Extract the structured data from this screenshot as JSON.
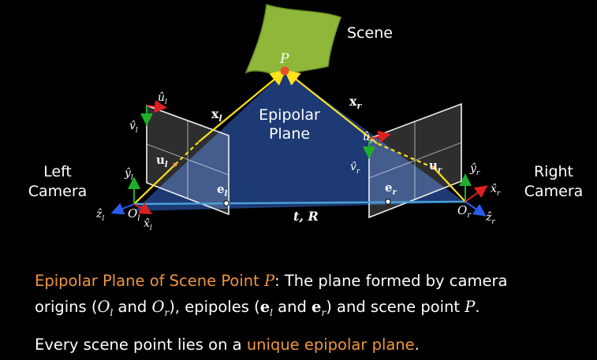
{
  "labels": {
    "scene": "Scene",
    "point_p": "P",
    "epipolar_plane_line1": "Epipolar",
    "epipolar_plane_line2": "Plane",
    "left_camera_line1": "Left",
    "left_camera_line2": "Camera",
    "right_camera_line1": "Right",
    "right_camera_line2": "Camera",
    "baseline": "t, R",
    "x_left": "x",
    "x_left_sub": "l",
    "x_right": "x",
    "x_right_sub": "r",
    "u_left": "u",
    "u_left_sub": "l",
    "u_right": "u",
    "u_right_sub": "r",
    "e_left": "e",
    "e_left_sub": "l",
    "e_right": "e",
    "e_right_sub": "r",
    "o_left": "O",
    "o_left_sub": "l",
    "o_right": "O",
    "o_right_sub": "r",
    "uhat_left": "û",
    "uhat_left_sub": "l",
    "vhat_left": "v̂",
    "vhat_left_sub": "l",
    "yhat_left": "ŷ",
    "yhat_left_sub": "l",
    "xhat_left": "x̂",
    "xhat_left_sub": "l",
    "zhat_left": "ẑ",
    "zhat_left_sub": "l",
    "uhat_right": "û",
    "uhat_right_sub": "r",
    "vhat_right": "v̂",
    "vhat_right_sub": "r",
    "yhat_right": "ŷ",
    "yhat_right_sub": "r",
    "xhat_right": "x̂",
    "xhat_right_sub": "r",
    "zhat_right": "ẑ",
    "zhat_right_sub": "r"
  },
  "caption": {
    "line1_title": "Epipolar Plane of Scene Point ",
    "line1_title_var": "P",
    "line1_colon": ":",
    "line1_rest": " The plane formed by camera",
    "line2_a": "origins (",
    "line2_ol": "O",
    "line2_ol_sub": "l",
    "line2_and1": " and ",
    "line2_or": "O",
    "line2_or_sub": "r",
    "line2_b": "), epipoles (",
    "line2_el": "e",
    "line2_el_sub": "l",
    "line2_and2": " and ",
    "line2_er": "e",
    "line2_er_sub": "r",
    "line2_c": ") and scene point ",
    "line2_p": "P",
    "line2_end": ".",
    "line3_a": "Every scene point lies on a ",
    "line3_highlight": "unique epipolar plane",
    "line3_end": "."
  },
  "colors": {
    "background": "#000000",
    "plane_fill": "#1f3f7e",
    "ray": "#ffe21a",
    "baseline": "#4aa3d8",
    "scene_patch": "#8fb83a",
    "highlight": "#f0963c",
    "axis_x": "#e02020",
    "axis_y": "#1fb02a",
    "axis_z": "#2a5cf0",
    "point_p": "#e8502a"
  }
}
